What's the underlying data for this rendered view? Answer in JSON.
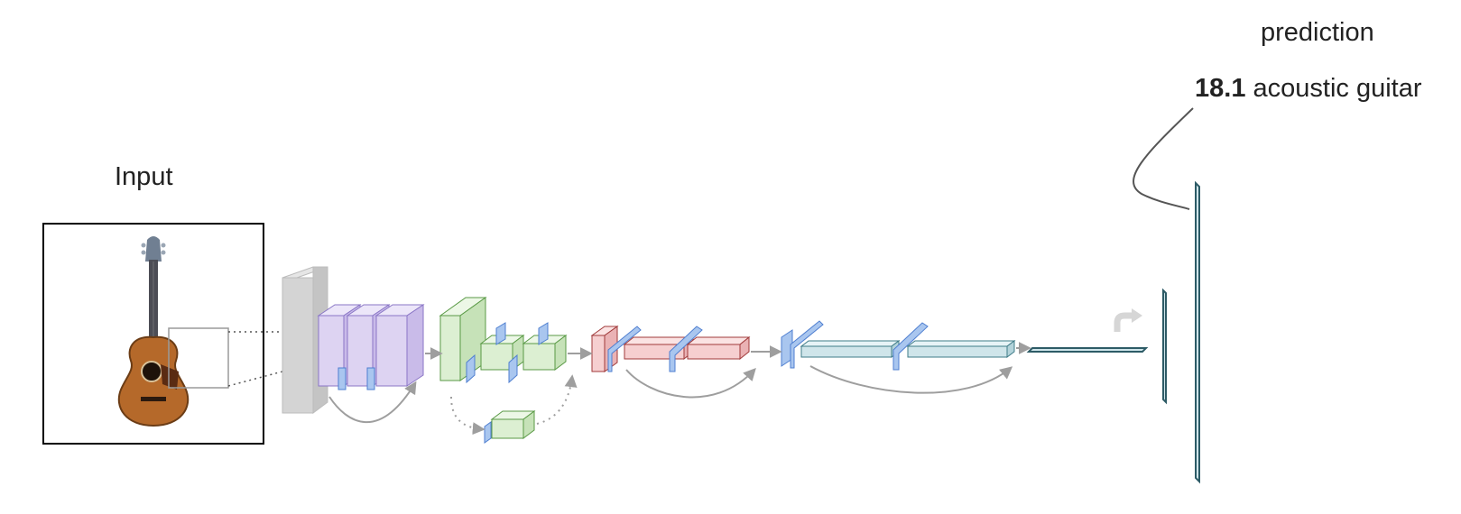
{
  "input_label": "Input",
  "prediction": {
    "heading": "prediction",
    "score": "18.1",
    "class_name": "acoustic guitar"
  },
  "colors": {
    "input_layer": "#d4d4d4",
    "stage1": "#ddd3f2",
    "stage1_edge": "#8a76c6",
    "stage2": "#dcefd2",
    "stage2_edge": "#5a9a46",
    "stage3": "#f6cfd0",
    "stage3_edge": "#a03a3a",
    "stage4": "#cfe5ea",
    "stage4_edge": "#3f7c88",
    "shortcut": "#a9c6ef",
    "shortcut_edge": "#4f7fd0",
    "arrow": "#9e9e9e"
  },
  "icons": [
    "acoustic-guitar-image",
    "turn-arrow-icon"
  ]
}
